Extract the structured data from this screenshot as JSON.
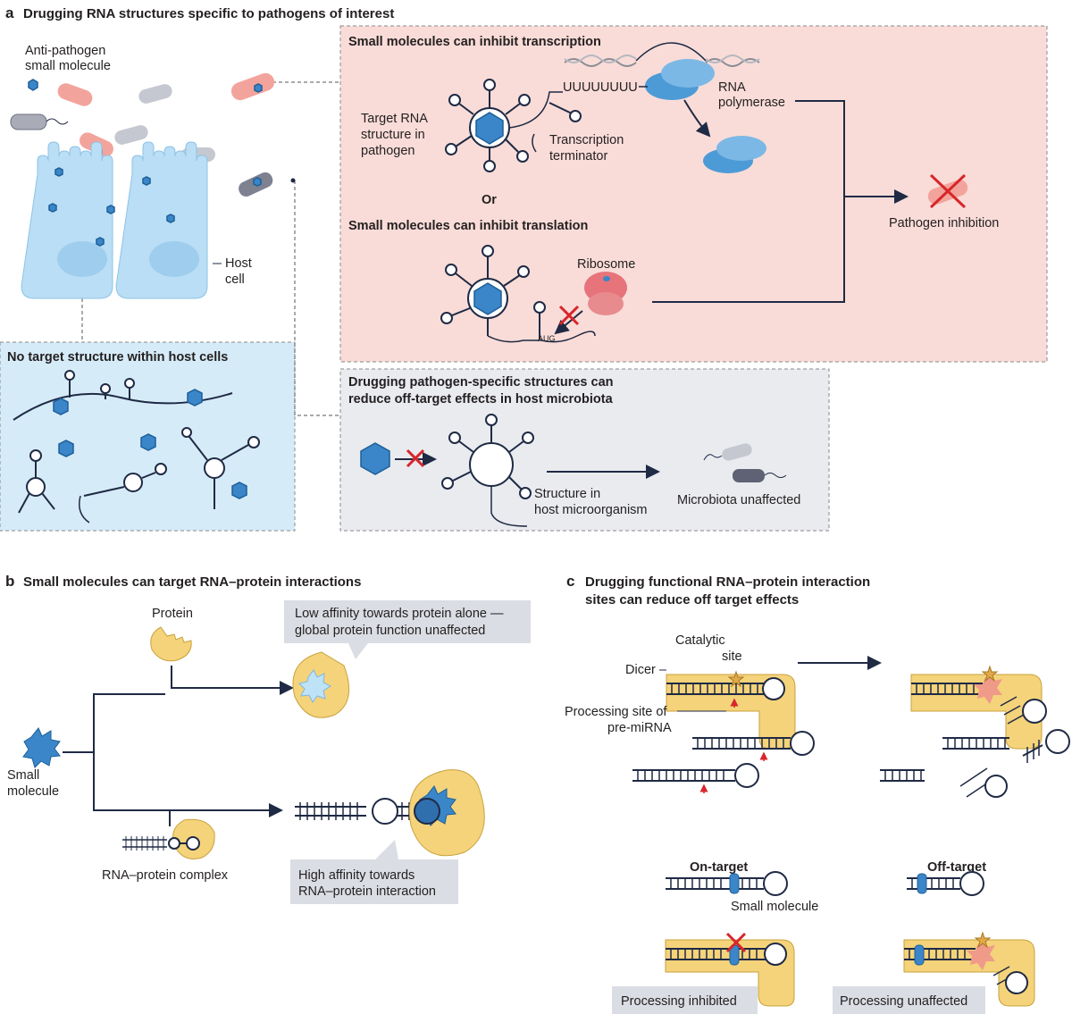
{
  "panel_a": {
    "letter": "a",
    "title": "Drugging RNA structures specific to pathogens of interest",
    "legend_small_molecule": [
      "Anti-pathogen",
      "small molecule"
    ],
    "host_cell_label": [
      "Host",
      "cell"
    ],
    "no_target_title": "No target structure within host cells",
    "transcription_title": "Small molecules can inhibit transcription",
    "uuu": "UUUUUUUU",
    "rna_polymerase": [
      "RNA",
      "polymerase"
    ],
    "target_rna": [
      "Target RNA",
      "structure in",
      "pathogen"
    ],
    "terminator": [
      "Transcription",
      "terminator"
    ],
    "or_label": "Or",
    "translation_title": "Small molecules can inhibit translation",
    "ribosome": "Ribosome",
    "pathogen_inhibition": "Pathogen inhibition",
    "microbiota_title": [
      "Drugging pathogen-specific structures can",
      "reduce off-target effects in host microbiota"
    ],
    "structure_host": [
      "Structure in",
      "host microorganism"
    ],
    "microbiota_unaffected": "Microbiota unaffected"
  },
  "panel_b": {
    "letter": "b",
    "title": "Small molecules can target RNA–protein interactions",
    "protein": "Protein",
    "small_molecule": [
      "Small",
      "molecule"
    ],
    "low_affinity": [
      "Low affinity towards protein alone —",
      "global protein function unaffected"
    ],
    "rna_protein_complex": "RNA–protein complex",
    "high_affinity": [
      "High affinity towards",
      "RNA–protein interaction"
    ]
  },
  "panel_c": {
    "letter": "c",
    "title": [
      "Drugging functional RNA–protein interaction",
      "sites can reduce off target effects"
    ],
    "catalytic_site": [
      "Catalytic",
      "site"
    ],
    "dicer": "Dicer",
    "processing_site": [
      "Processing site of",
      "pre-miRNA"
    ],
    "on_target": "On-target",
    "off_target": "Off-target",
    "small_molecule": "Small molecule",
    "processing_inhibited": "Processing inhibited",
    "processing_unaffected": "Processing unaffected"
  },
  "colors": {
    "pink_box": "#f9dcd8",
    "blue_box": "#d6ebf8",
    "grey_box": "#e9ebef",
    "hexagon": "#3a86c8",
    "protein_yellow": "#f4d37a",
    "inhibit_red": "#d8262a"
  }
}
